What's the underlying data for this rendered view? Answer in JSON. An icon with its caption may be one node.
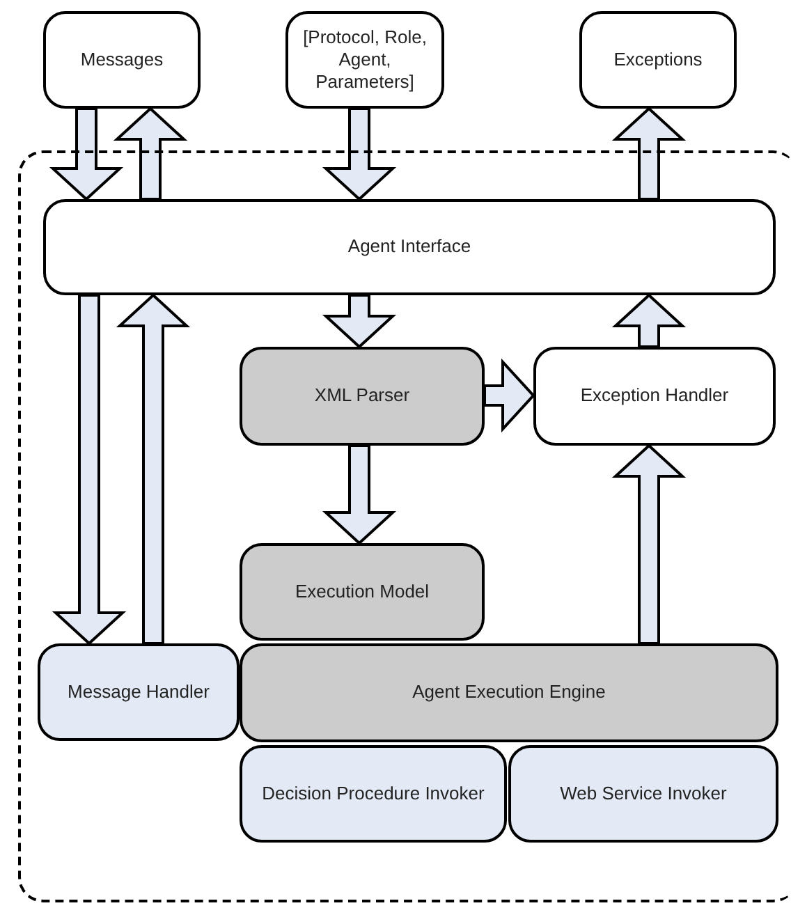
{
  "diagram": {
    "nodes": [
      {
        "text": [
          "Messages"
        ]
      },
      {
        "text": [
          "[Protocol, Role, Agent, Parameters]"
        ]
      },
      {
        "text": [
          "Exceptions"
        ]
      },
      {
        "text": [],
        "shape": "box"
      },
      {
        "text": [
          "Agent Interface"
        ],
        "in": 3
      },
      {
        "text": [
          "XML Parser"
        ],
        "in": 3
      },
      {
        "text": [
          "Exception Handler"
        ],
        "in": 3
      },
      {
        "text": [
          "Execution Model"
        ],
        "in": 3
      },
      {
        "text": [
          "Message Handler"
        ],
        "in": 3
      },
      {
        "text": [
          "Agent Execution Engine"
        ],
        "in": 3
      },
      {
        "text": [
          "Decision Procedure Invoker"
        ],
        "in": 3
      },
      {
        "text": [
          "Web Service Invoker"
        ],
        "in": 3
      }
    ],
    "edges": [
      {
        "from": 0,
        "to": 4,
        "arrow": "to"
      },
      {
        "from": 4,
        "to": 0,
        "arrow": "to"
      },
      {
        "from": 1,
        "to": 4,
        "arrow": "to"
      },
      {
        "from": 4,
        "to": 2,
        "arrow": "to"
      },
      {
        "from": 4,
        "to": 8,
        "arrow": "to"
      },
      {
        "from": 8,
        "to": 4,
        "arrow": "to"
      },
      {
        "from": 4,
        "to": 5,
        "arrow": "to"
      },
      {
        "from": 5,
        "to": 6,
        "arrow": "to"
      },
      {
        "from": 6,
        "to": 4,
        "arrow": "to"
      },
      {
        "from": 5,
        "to": 7,
        "arrow": "to"
      },
      {
        "from": 9,
        "to": 6,
        "arrow": "to"
      }
    ]
  }
}
